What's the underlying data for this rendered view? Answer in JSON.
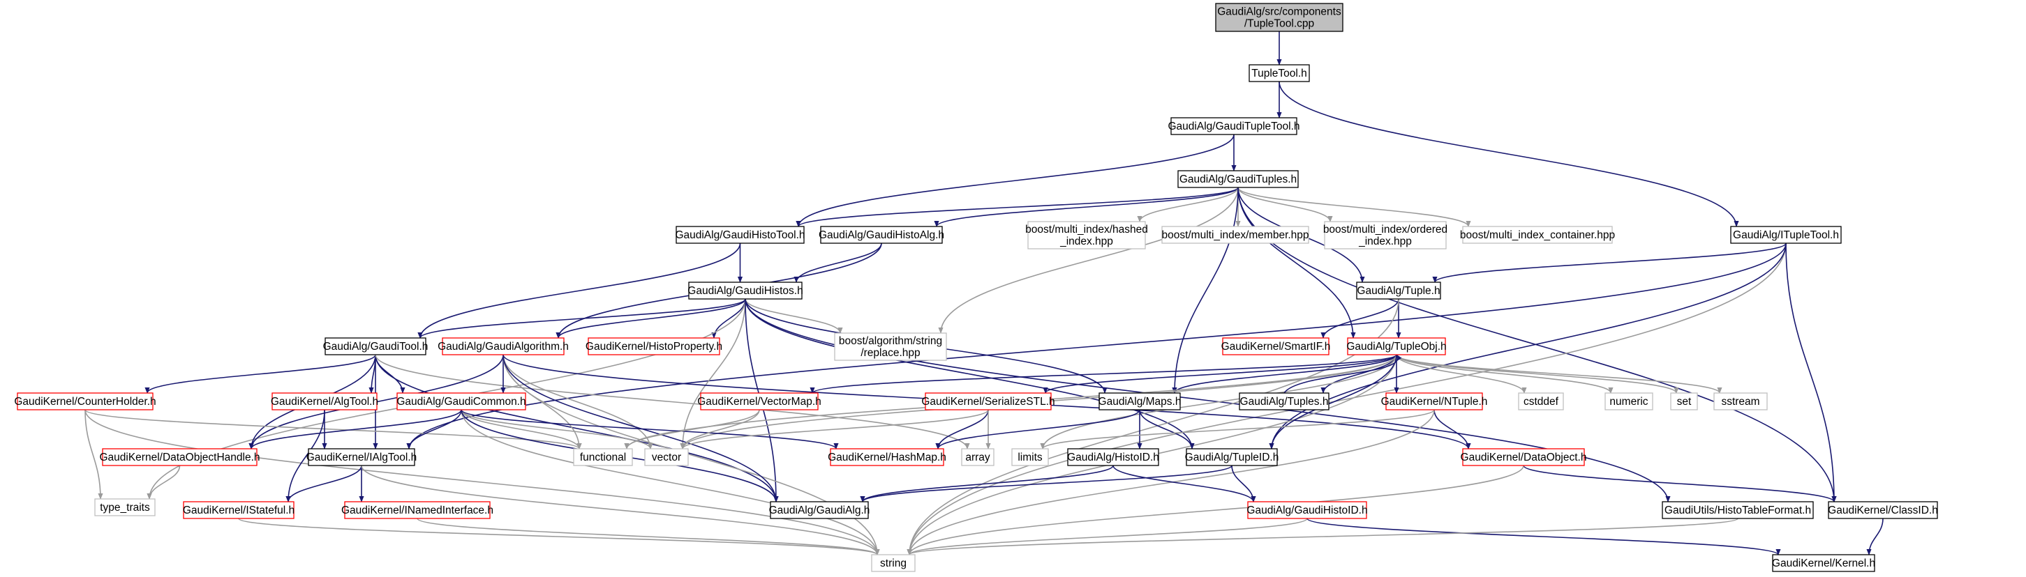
{
  "diagram": {
    "type": "include-dependency-graph",
    "colors": {
      "root_fill": "#bfbfbf",
      "node_fill": "#ffffff",
      "border_black": "#000000",
      "border_red": "#ff0000",
      "border_grey": "#bfbfbf",
      "edge_navy": "#191970",
      "edge_grey": "#9a9a9a"
    },
    "nodes": [
      {
        "id": "root",
        "lines": [
          "GaudiAlg/src/components",
          "/TupleTool.cpp"
        ],
        "style": "root"
      },
      {
        "id": "tupletool",
        "lines": [
          "TupleTool.h"
        ],
        "style": "black"
      },
      {
        "id": "gauditupletool",
        "lines": [
          "GaudiAlg/GaudiTupleTool.h"
        ],
        "style": "black"
      },
      {
        "id": "gaudituples",
        "lines": [
          "GaudiAlg/GaudiTuples.h"
        ],
        "style": "black"
      },
      {
        "id": "gaudihistotool",
        "lines": [
          "GaudiAlg/GaudiHistoTool.h"
        ],
        "style": "black"
      },
      {
        "id": "gaudihistoalg",
        "lines": [
          "GaudiAlg/GaudiHistoAlg.h"
        ],
        "style": "black"
      },
      {
        "id": "bmi_hashed",
        "lines": [
          "boost/multi_index/hashed",
          "_index.hpp"
        ],
        "style": "grey"
      },
      {
        "id": "bmi_member",
        "lines": [
          "boost/multi_index/member.hpp"
        ],
        "style": "grey"
      },
      {
        "id": "bmi_ordered",
        "lines": [
          "boost/multi_index/ordered",
          "_index.hpp"
        ],
        "style": "grey"
      },
      {
        "id": "bmi_container",
        "lines": [
          "boost/multi_index_container.hpp"
        ],
        "style": "grey"
      },
      {
        "id": "ituptool",
        "lines": [
          "GaudiAlg/ITupleTool.h"
        ],
        "style": "black"
      },
      {
        "id": "gaudihistos",
        "lines": [
          "GaudiAlg/GaudiHistos.h"
        ],
        "style": "black"
      },
      {
        "id": "tuple",
        "lines": [
          "GaudiAlg/Tuple.h"
        ],
        "style": "black"
      },
      {
        "id": "gauditool",
        "lines": [
          "GaudiAlg/GaudiTool.h"
        ],
        "style": "black"
      },
      {
        "id": "gaudialgorithm",
        "lines": [
          "GaudiAlg/GaudiAlgorithm.h"
        ],
        "style": "red"
      },
      {
        "id": "histoproperty",
        "lines": [
          "GaudiKernel/HistoProperty.h"
        ],
        "style": "red"
      },
      {
        "id": "boost_replace",
        "lines": [
          "boost/algorithm/string",
          "/replace.hpp"
        ],
        "style": "grey"
      },
      {
        "id": "smartif",
        "lines": [
          "GaudiKernel/SmartIF.h"
        ],
        "style": "red"
      },
      {
        "id": "tupleobj",
        "lines": [
          "GaudiAlg/TupleObj.h"
        ],
        "style": "red"
      },
      {
        "id": "counterholder",
        "lines": [
          "GaudiKernel/CounterHolder.h"
        ],
        "style": "red"
      },
      {
        "id": "algtool",
        "lines": [
          "GaudiKernel/AlgTool.h"
        ],
        "style": "red"
      },
      {
        "id": "gaudicommon",
        "lines": [
          "GaudiAlg/GaudiCommon.h"
        ],
        "style": "red"
      },
      {
        "id": "vectormap",
        "lines": [
          "GaudiKernel/VectorMap.h"
        ],
        "style": "red"
      },
      {
        "id": "serializestl",
        "lines": [
          "GaudiKernel/SerializeSTL.h"
        ],
        "style": "red"
      },
      {
        "id": "maps",
        "lines": [
          "GaudiAlg/Maps.h"
        ],
        "style": "black"
      },
      {
        "id": "tuples",
        "lines": [
          "GaudiAlg/Tuples.h"
        ],
        "style": "black"
      },
      {
        "id": "ntuple",
        "lines": [
          "GaudiKernel/NTuple.h"
        ],
        "style": "red"
      },
      {
        "id": "cstddef",
        "lines": [
          "cstddef"
        ],
        "style": "grey"
      },
      {
        "id": "numeric",
        "lines": [
          "numeric"
        ],
        "style": "grey"
      },
      {
        "id": "set",
        "lines": [
          "set"
        ],
        "style": "grey"
      },
      {
        "id": "sstream",
        "lines": [
          "sstream"
        ],
        "style": "grey"
      },
      {
        "id": "dataobjecthandle",
        "lines": [
          "GaudiKernel/DataObjectHandle.h"
        ],
        "style": "red"
      },
      {
        "id": "functional",
        "lines": [
          "functional"
        ],
        "style": "grey"
      },
      {
        "id": "vector",
        "lines": [
          "vector"
        ],
        "style": "grey"
      },
      {
        "id": "ialgtool",
        "lines": [
          "GaudiKernel/IAlgTool.h"
        ],
        "style": "black"
      },
      {
        "id": "hashmap",
        "lines": [
          "GaudiKernel/HashMap.h"
        ],
        "style": "red"
      },
      {
        "id": "histoid",
        "lines": [
          "GaudiAlg/HistoID.h"
        ],
        "style": "black"
      },
      {
        "id": "array",
        "lines": [
          "array"
        ],
        "style": "grey"
      },
      {
        "id": "limits",
        "lines": [
          "limits"
        ],
        "style": "grey"
      },
      {
        "id": "tupleid",
        "lines": [
          "GaudiAlg/TupleID.h"
        ],
        "style": "black"
      },
      {
        "id": "dataobject",
        "lines": [
          "GaudiKernel/DataObject.h"
        ],
        "style": "red"
      },
      {
        "id": "type_traits",
        "lines": [
          "type_traits"
        ],
        "style": "grey"
      },
      {
        "id": "istateful",
        "lines": [
          "GaudiKernel/IStateful.h"
        ],
        "style": "red"
      },
      {
        "id": "inamedinterface",
        "lines": [
          "GaudiKernel/INamedInterface.h"
        ],
        "style": "red"
      },
      {
        "id": "gaudialg",
        "lines": [
          "GaudiAlg/GaudiAlg.h"
        ],
        "style": "black"
      },
      {
        "id": "gaudihistoid",
        "lines": [
          "GaudiAlg/GaudiHistoID.h"
        ],
        "style": "red"
      },
      {
        "id": "histotableformat",
        "lines": [
          "GaudiUtils/HistoTableFormat.h"
        ],
        "style": "black"
      },
      {
        "id": "classid",
        "lines": [
          "GaudiKernel/ClassID.h"
        ],
        "style": "black"
      },
      {
        "id": "string",
        "lines": [
          "string"
        ],
        "style": "grey"
      },
      {
        "id": "kernel",
        "lines": [
          "GaudiKernel/Kernel.h"
        ],
        "style": "black"
      }
    ],
    "edges": [
      [
        "root",
        "tupletool"
      ],
      [
        "tupletool",
        "gauditupletool"
      ],
      [
        "tupletool",
        "ituptool"
      ],
      [
        "gauditupletool",
        "gaudituples"
      ],
      [
        "gauditupletool",
        "gaudihistotool"
      ],
      [
        "gaudituples",
        "gaudihistotool"
      ],
      [
        "gaudituples",
        "gaudihistoalg"
      ],
      [
        "gaudituples",
        "bmi_hashed"
      ],
      [
        "gaudituples",
        "bmi_member"
      ],
      [
        "gaudituples",
        "bmi_ordered"
      ],
      [
        "gaudituples",
        "bmi_container"
      ],
      [
        "gaudituples",
        "boost_replace"
      ],
      [
        "gaudituples",
        "tuple"
      ],
      [
        "gaudituples",
        "tupleobj"
      ],
      [
        "gaudituples",
        "maps"
      ],
      [
        "gaudituples",
        "classid"
      ],
      [
        "gaudihistotool",
        "gaudihistos"
      ],
      [
        "gaudihistotool",
        "gauditool"
      ],
      [
        "gaudihistoalg",
        "gaudihistos"
      ],
      [
        "gaudihistoalg",
        "gaudialgorithm"
      ],
      [
        "ituptool",
        "tuple"
      ],
      [
        "ituptool",
        "ialgtool"
      ],
      [
        "ituptool",
        "string"
      ],
      [
        "ituptool",
        "classid"
      ],
      [
        "ituptool",
        "tupleid"
      ],
      [
        "gaudihistos",
        "gauditool"
      ],
      [
        "gaudihistos",
        "gaudialgorithm"
      ],
      [
        "gaudihistos",
        "histoproperty"
      ],
      [
        "gaudihistos",
        "boost_replace"
      ],
      [
        "gaudihistos",
        "maps"
      ],
      [
        "gaudihistos",
        "vector"
      ],
      [
        "gaudihistos",
        "type_traits"
      ],
      [
        "gaudihistos",
        "histotableformat"
      ],
      [
        "gaudihistos",
        "gaudialg"
      ],
      [
        "gaudihistos",
        "tupleid"
      ],
      [
        "tuple",
        "smartif"
      ],
      [
        "tuple",
        "tupleobj"
      ],
      [
        "tuple",
        "string"
      ],
      [
        "gauditool",
        "counterholder"
      ],
      [
        "gauditool",
        "algtool"
      ],
      [
        "gauditool",
        "gaudicommon"
      ],
      [
        "gauditool",
        "ialgtool"
      ],
      [
        "gauditool",
        "dataobjecthandle"
      ],
      [
        "gauditool",
        "gaudialg"
      ],
      [
        "gauditool",
        "array"
      ],
      [
        "gaudialgorithm",
        "gaudicommon"
      ],
      [
        "gaudialgorithm",
        "dataobjecthandle"
      ],
      [
        "gaudialgorithm",
        "functional"
      ],
      [
        "gaudialgorithm",
        "vector"
      ],
      [
        "gaudialgorithm",
        "string"
      ],
      [
        "gaudialgorithm",
        "gaudialg"
      ],
      [
        "gaudialgorithm",
        "dataobject"
      ],
      [
        "tupleobj",
        "vectormap"
      ],
      [
        "tupleobj",
        "serializestl"
      ],
      [
        "tupleobj",
        "maps"
      ],
      [
        "tupleobj",
        "tuples"
      ],
      [
        "tupleobj",
        "ntuple"
      ],
      [
        "tupleobj",
        "cstddef"
      ],
      [
        "tupleobj",
        "numeric"
      ],
      [
        "tupleobj",
        "set"
      ],
      [
        "tupleobj",
        "sstream"
      ],
      [
        "tupleobj",
        "functional"
      ],
      [
        "tupleobj",
        "vector"
      ],
      [
        "tupleobj",
        "limits"
      ],
      [
        "tupleobj",
        "string"
      ],
      [
        "tupleobj",
        "tupleid"
      ],
      [
        "tuples",
        "tupleobj"
      ],
      [
        "counterholder",
        "type_traits"
      ],
      [
        "counterholder",
        "functional"
      ],
      [
        "counterholder",
        "string"
      ],
      [
        "algtool",
        "ialgtool"
      ],
      [
        "algtool",
        "istateful"
      ],
      [
        "gaudicommon",
        "dataobjecthandle"
      ],
      [
        "gaudicommon",
        "ialgtool"
      ],
      [
        "gaudicommon",
        "functional"
      ],
      [
        "gaudicommon",
        "vector"
      ],
      [
        "gaudicommon",
        "string"
      ],
      [
        "gaudicommon",
        "hashmap"
      ],
      [
        "gaudicommon",
        "gaudialg"
      ],
      [
        "vectormap",
        "functional"
      ],
      [
        "vectormap",
        "vector"
      ],
      [
        "serializestl",
        "vector"
      ],
      [
        "serializestl",
        "hashmap"
      ],
      [
        "serializestl",
        "array"
      ],
      [
        "maps",
        "hashmap"
      ],
      [
        "maps",
        "histoid"
      ],
      [
        "maps",
        "tupleid"
      ],
      [
        "ntuple",
        "dataobject"
      ],
      [
        "ntuple",
        "limits"
      ],
      [
        "ntuple",
        "string"
      ],
      [
        "dataobjecthandle",
        "type_traits"
      ],
      [
        "ialgtool",
        "istateful"
      ],
      [
        "ialgtool",
        "inamedinterface"
      ],
      [
        "ialgtool",
        "string"
      ],
      [
        "histoid",
        "gaudialg"
      ],
      [
        "histoid",
        "gaudihistoid"
      ],
      [
        "tupleid",
        "gaudialg"
      ],
      [
        "tupleid",
        "gaudihistoid"
      ],
      [
        "dataobject",
        "classid"
      ],
      [
        "dataobject",
        "string"
      ],
      [
        "istateful",
        "string"
      ],
      [
        "inamedinterface",
        "string"
      ],
      [
        "gaudihistoid",
        "string"
      ],
      [
        "gaudihistoid",
        "kernel"
      ],
      [
        "histotableformat",
        "string"
      ],
      [
        "classid",
        "kernel"
      ]
    ]
  }
}
